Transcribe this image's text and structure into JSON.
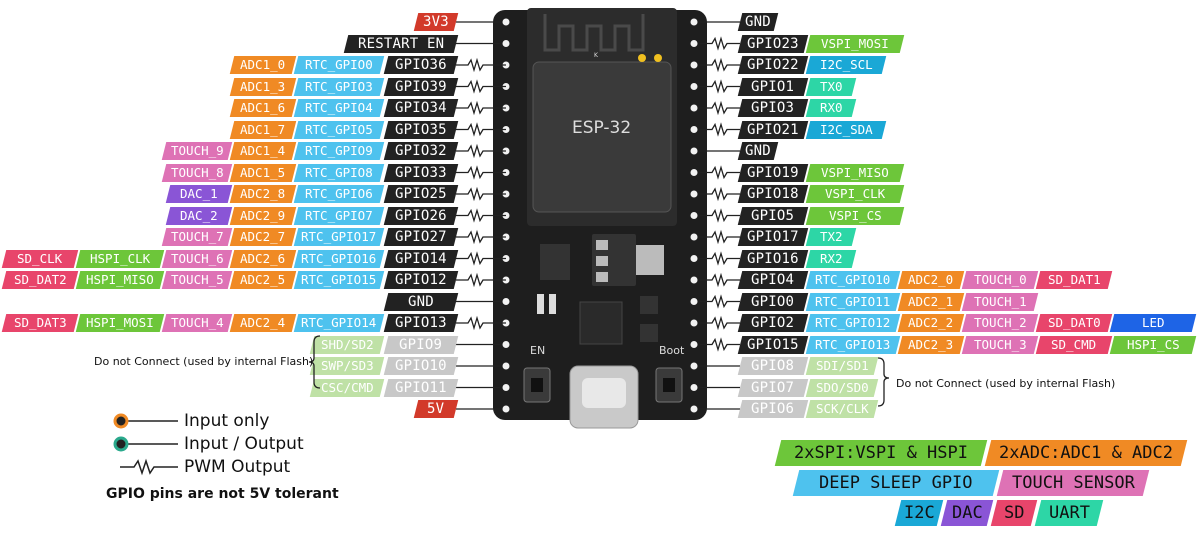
{
  "colors": {
    "power": "#d23a2a",
    "black": "#222222",
    "adc": "#f08a24",
    "rtc": "#4ec2ee",
    "touch": "#de72b5",
    "dac": "#8a55d6",
    "hspi": "#6dc63a",
    "sd": "#e8456b",
    "uart": "#2dd6a6",
    "i2c": "#1aa8d6",
    "led": "#1e64e6",
    "disabled": "#bfe1a6",
    "disabled_gpio": "#c8c8c8",
    "input_only": "#f08a24",
    "input_output": "#2aa98c"
  },
  "board": {
    "module_label": "ESP-32",
    "en_label": "EN",
    "boot_label": "Boot",
    "chip_mark": "K"
  },
  "left_pins": [
    {
      "gpio": "3V3",
      "kind": "power",
      "tags": []
    },
    {
      "gpio": "RESTART EN",
      "kind": "black",
      "tags": []
    },
    {
      "gpio": "GPIO36",
      "kind": "gpio",
      "tags": [
        [
          "ADC1_0",
          "adc"
        ],
        [
          "RTC_GPIO0",
          "rtc"
        ]
      ]
    },
    {
      "gpio": "GPIO39",
      "kind": "gpio",
      "tags": [
        [
          "ADC1_3",
          "adc"
        ],
        [
          "RTC_GPIO3",
          "rtc"
        ]
      ]
    },
    {
      "gpio": "GPIO34",
      "kind": "gpio",
      "tags": [
        [
          "ADC1_6",
          "adc"
        ],
        [
          "RTC_GPIO4",
          "rtc"
        ]
      ]
    },
    {
      "gpio": "GPIO35",
      "kind": "gpio",
      "tags": [
        [
          "ADC1_7",
          "adc"
        ],
        [
          "RTC_GPIO5",
          "rtc"
        ]
      ]
    },
    {
      "gpio": "GPIO32",
      "kind": "gpio",
      "tags": [
        [
          "TOUCH_9",
          "touch"
        ],
        [
          "ADC1_4",
          "adc"
        ],
        [
          "RTC_GPIO9",
          "rtc"
        ]
      ]
    },
    {
      "gpio": "GPIO33",
      "kind": "gpio",
      "tags": [
        [
          "TOUCH_8",
          "touch"
        ],
        [
          "ADC1_5",
          "adc"
        ],
        [
          "RTC_GPIO8",
          "rtc"
        ]
      ]
    },
    {
      "gpio": "GPIO25",
      "kind": "gpio",
      "tags": [
        [
          "DAC_1",
          "dac"
        ],
        [
          "ADC2_8",
          "adc"
        ],
        [
          "RTC_GPIO6",
          "rtc"
        ]
      ]
    },
    {
      "gpio": "GPIO26",
      "kind": "gpio",
      "tags": [
        [
          "DAC_2",
          "dac"
        ],
        [
          "ADC2_9",
          "adc"
        ],
        [
          "RTC_GPIO7",
          "rtc"
        ]
      ]
    },
    {
      "gpio": "GPIO27",
      "kind": "gpio",
      "tags": [
        [
          "TOUCH_7",
          "touch"
        ],
        [
          "ADC2_7",
          "adc"
        ],
        [
          "RTC_GPIO17",
          "rtc"
        ]
      ]
    },
    {
      "gpio": "GPIO14",
      "kind": "gpio",
      "tags": [
        [
          "SD_CLK",
          "sd"
        ],
        [
          "HSPI_CLK",
          "hspi"
        ],
        [
          "TOUCH_6",
          "touch"
        ],
        [
          "ADC2_6",
          "adc"
        ],
        [
          "RTC_GPIO16",
          "rtc"
        ]
      ]
    },
    {
      "gpio": "GPIO12",
      "kind": "gpio",
      "tags": [
        [
          "SD_DAT2",
          "sd"
        ],
        [
          "HSPI_MISO",
          "hspi"
        ],
        [
          "TOUCH_5",
          "touch"
        ],
        [
          "ADC2_5",
          "adc"
        ],
        [
          "RTC_GPIO15",
          "rtc"
        ]
      ]
    },
    {
      "gpio": "GND",
      "kind": "black",
      "tags": []
    },
    {
      "gpio": "GPIO13",
      "kind": "gpio",
      "tags": [
        [
          "SD_DAT3",
          "sd"
        ],
        [
          "HSPI_MOSI",
          "hspi"
        ],
        [
          "TOUCH_4",
          "touch"
        ],
        [
          "ADC2_4",
          "adc"
        ],
        [
          "RTC_GPIO14",
          "rtc"
        ]
      ]
    },
    {
      "gpio": "GPIO9",
      "kind": "disabled",
      "tags": [
        [
          "SHD/SD2",
          "disabled"
        ]
      ]
    },
    {
      "gpio": "GPIO10",
      "kind": "disabled",
      "tags": [
        [
          "SWP/SD3",
          "disabled"
        ]
      ]
    },
    {
      "gpio": "GPIO11",
      "kind": "disabled",
      "tags": [
        [
          "CSC/CMD",
          "disabled"
        ]
      ]
    },
    {
      "gpio": "5V",
      "kind": "power",
      "tags": []
    }
  ],
  "right_pins": [
    {
      "gpio": "GND",
      "kind": "black",
      "tags": []
    },
    {
      "gpio": "GPIO23",
      "kind": "gpio",
      "tags": [
        [
          "VSPI_MOSI",
          "hspi"
        ]
      ]
    },
    {
      "gpio": "GPIO22",
      "kind": "gpio",
      "tags": [
        [
          "I2C_SCL",
          "i2c"
        ]
      ]
    },
    {
      "gpio": "GPIO1",
      "kind": "gpio",
      "tags": [
        [
          "TX0",
          "uart"
        ]
      ]
    },
    {
      "gpio": "GPIO3",
      "kind": "gpio",
      "tags": [
        [
          "RX0",
          "uart"
        ]
      ]
    },
    {
      "gpio": "GPIO21",
      "kind": "gpio",
      "tags": [
        [
          "I2C_SDA",
          "i2c"
        ]
      ]
    },
    {
      "gpio": "GND",
      "kind": "black",
      "tags": []
    },
    {
      "gpio": "GPIO19",
      "kind": "gpio",
      "tags": [
        [
          "VSPI_MISO",
          "hspi"
        ]
      ]
    },
    {
      "gpio": "GPIO18",
      "kind": "gpio",
      "tags": [
        [
          "VSPI_CLK",
          "hspi"
        ]
      ]
    },
    {
      "gpio": "GPIO5",
      "kind": "gpio",
      "tags": [
        [
          "VSPI_CS",
          "hspi"
        ]
      ]
    },
    {
      "gpio": "GPIO17",
      "kind": "gpio",
      "tags": [
        [
          "TX2",
          "uart"
        ]
      ]
    },
    {
      "gpio": "GPIO16",
      "kind": "gpio",
      "tags": [
        [
          "RX2",
          "uart"
        ]
      ]
    },
    {
      "gpio": "GPIO4",
      "kind": "gpio",
      "tags": [
        [
          "RTC_GPIO10",
          "rtc"
        ],
        [
          "ADC2_0",
          "adc"
        ],
        [
          "TOUCH_0",
          "touch"
        ],
        [
          "SD_DAT1",
          "sd"
        ]
      ]
    },
    {
      "gpio": "GPIO0",
      "kind": "gpio",
      "tags": [
        [
          "RTC_GPIO11",
          "rtc"
        ],
        [
          "ADC2_1",
          "adc"
        ],
        [
          "TOUCH_1",
          "touch"
        ]
      ]
    },
    {
      "gpio": "GPIO2",
      "kind": "gpio",
      "tags": [
        [
          "RTC_GPIO12",
          "rtc"
        ],
        [
          "ADC2_2",
          "adc"
        ],
        [
          "TOUCH_2",
          "touch"
        ],
        [
          "SD_DAT0",
          "sd"
        ],
        [
          "LED",
          "led"
        ]
      ]
    },
    {
      "gpio": "GPIO15",
      "kind": "gpio",
      "tags": [
        [
          "RTC_GPIO13",
          "rtc"
        ],
        [
          "ADC2_3",
          "adc"
        ],
        [
          "TOUCH_3",
          "touch"
        ],
        [
          "SD_CMD",
          "sd"
        ],
        [
          "HSPI_CS",
          "hspi"
        ]
      ]
    },
    {
      "gpio": "GPIO8",
      "kind": "disabled",
      "tags": [
        [
          "SDI/SD1",
          "disabled"
        ]
      ]
    },
    {
      "gpio": "GPIO7",
      "kind": "disabled",
      "tags": [
        [
          "SDO/SD0",
          "disabled"
        ]
      ]
    },
    {
      "gpio": "GPIO6",
      "kind": "disabled",
      "tags": [
        [
          "SCK/CLK",
          "disabled"
        ]
      ]
    }
  ],
  "notes": {
    "left_flash": "Do not Connect (used by internal Flash)",
    "right_flash": "Do not Connect (used by internal Flash)"
  },
  "legend": {
    "input_only": "Input only",
    "input_output": "Input / Output",
    "pwm": "PWM Output",
    "warning": "GPIO pins are not 5V tolerant"
  },
  "function_legend": [
    [
      [
        "2xSPI:VSPI & HSPI",
        "hspi"
      ],
      [
        "2xADC:ADC1 & ADC2",
        "adc"
      ]
    ],
    [
      [
        "DEEP SLEEP GPIO",
        "rtc"
      ],
      [
        "TOUCH SENSOR",
        "touch"
      ]
    ],
    [
      [
        "I2C",
        "i2c"
      ],
      [
        "DAC",
        "dac"
      ],
      [
        "SD",
        "sd"
      ],
      [
        "UART",
        "uart"
      ]
    ]
  ]
}
